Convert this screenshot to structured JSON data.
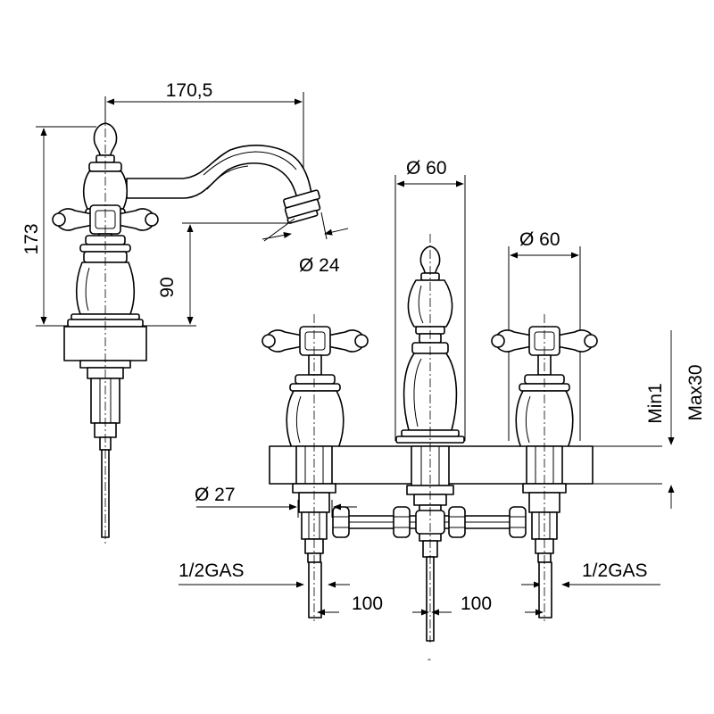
{
  "dimensions": {
    "spout_reach": "170,5",
    "total_height": "173",
    "spout_height": "90",
    "outlet_diameter": "Ø 24",
    "spout_body_diameter": "Ø 60",
    "handle_body_diameter": "Ø 60",
    "shank_diameter": "Ø 27",
    "deck_thickness_min": "Min1",
    "deck_thickness_max": "Max30",
    "connection_left": "1/2GAS",
    "connection_right": "1/2GAS",
    "spacing_left": "100",
    "spacing_right": "100",
    "tick_mark": "-"
  }
}
